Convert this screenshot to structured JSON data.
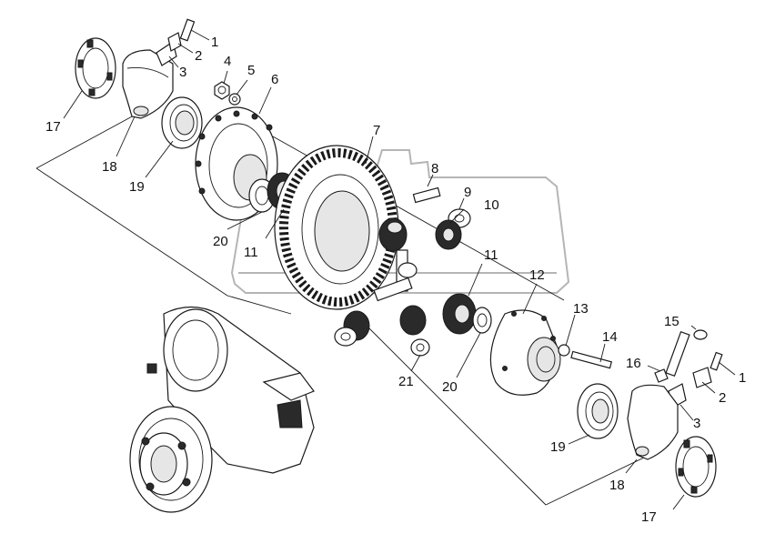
{
  "labels": {
    "p1a": "1",
    "p2a": "2",
    "p3a": "3",
    "p4": "4",
    "p5": "5",
    "p6": "6",
    "p7": "7",
    "p8": "8",
    "p9": "9",
    "p10": "10",
    "p11a": "11",
    "p11b": "11",
    "p12": "12",
    "p13": "13",
    "p14": "14",
    "p15": "15",
    "p16": "16",
    "p17a": "17",
    "p17b": "17",
    "p18a": "18",
    "p18b": "18",
    "p19a": "19",
    "p19b": "19",
    "p20a": "20",
    "p20b": "20",
    "p21": "21",
    "p1b": "1",
    "p2b": "2",
    "p3b": "3"
  }
}
